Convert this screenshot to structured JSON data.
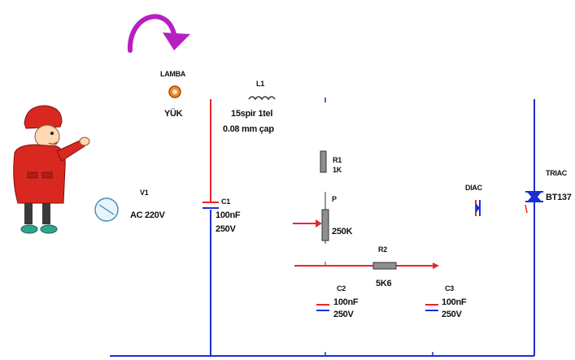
{
  "colors": {
    "wire_blue": "#1b2fd6",
    "wire_red": "#e8262b",
    "arrow_magenta": "#b81fc2",
    "component_gray": "#8f8f8f",
    "label_black": "#111111"
  },
  "icons": {
    "curved_arrow": "curved-arrow-icon",
    "presenter": "presenter-character-icon"
  },
  "components": {
    "lamp": {
      "ref": "LAMBA",
      "value": "YÜK"
    },
    "inductor": {
      "ref": "L1",
      "value1": "15spir 1tel",
      "value2": "0.08 mm çap"
    },
    "source": {
      "ref": "V1",
      "value": "AC 220V"
    },
    "c1": {
      "ref": "C1",
      "value1": "100nF",
      "value2": "250V"
    },
    "r1": {
      "ref": "R1",
      "value": "1K"
    },
    "pot": {
      "ref": "P",
      "value": "250K"
    },
    "r2": {
      "ref": "R2",
      "value": "5K6"
    },
    "c2": {
      "ref": "C2",
      "value1": "100nF",
      "value2": "250V"
    },
    "c3": {
      "ref": "C3",
      "value1": "100nF",
      "value2": "250V"
    },
    "diac": {
      "ref": "DIAC"
    },
    "triac": {
      "ref": "TRIAC",
      "value": "BT137"
    }
  }
}
